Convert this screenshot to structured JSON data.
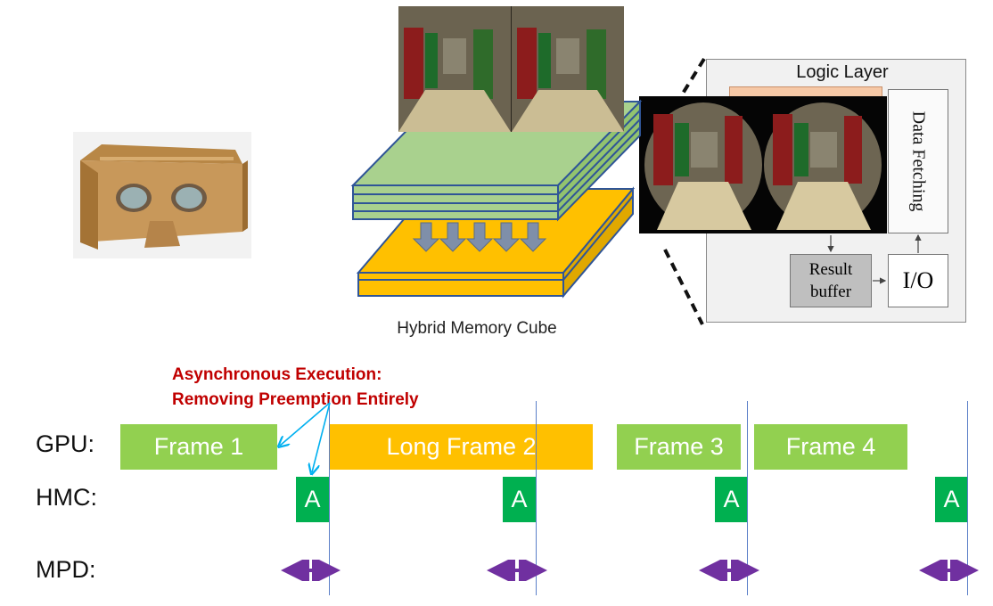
{
  "hmc": {
    "label": "Hybrid Memory Cube"
  },
  "logic": {
    "title": "Logic Layer",
    "data_fetching": "Data Fetching",
    "result_buffer_line1": "Result",
    "result_buffer_line2": "buffer",
    "io": "I/O"
  },
  "annotation": {
    "line1": "Asynchronous Execution:",
    "line2": "Removing Preemption Entirely"
  },
  "timeline": {
    "gpu_label": "GPU:",
    "hmc_label": "HMC:",
    "mpd_label": "MPD:",
    "frames": [
      "Frame 1",
      "Long Frame 2",
      "Frame 3",
      "Frame 4"
    ],
    "async_label": "A"
  },
  "colors": {
    "frame_green": "#92d050",
    "frame_orange": "#ffc000",
    "async_green": "#00b050",
    "mpd_purple": "#7030a0",
    "annotation_red": "#c00000",
    "vsync_blue": "#5b7fc8"
  }
}
